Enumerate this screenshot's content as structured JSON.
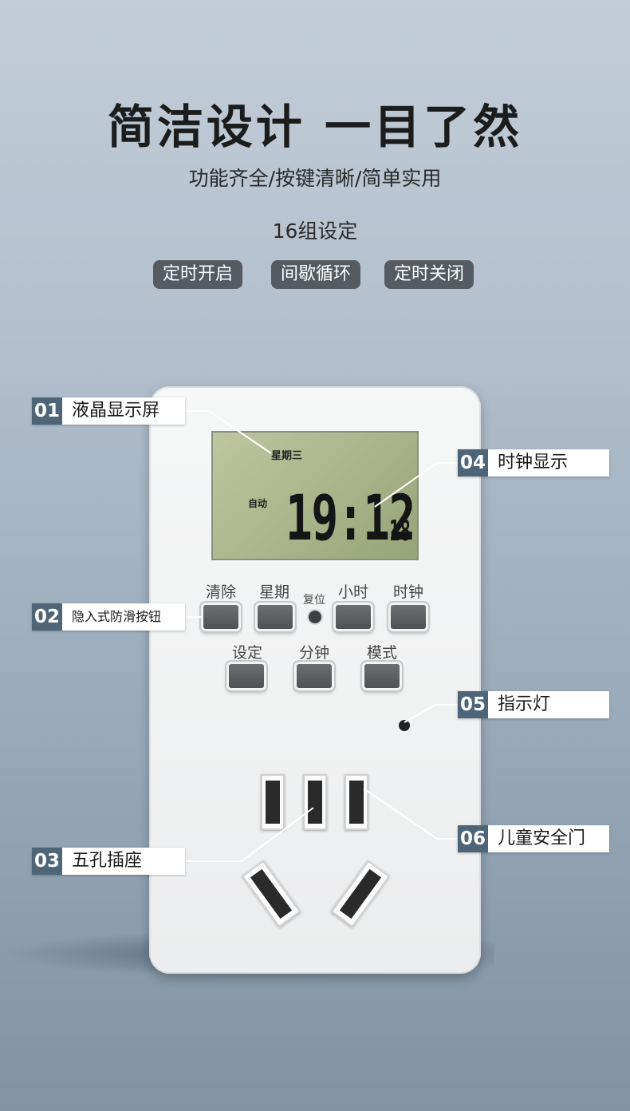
{
  "header": {
    "title": "简洁设计 一目了然",
    "subtitle": "功能齐全/按键清晰/简单实用",
    "groups": "16组设定"
  },
  "modes": [
    "定时开启",
    "间歇循环",
    "定时关闭"
  ],
  "lcd": {
    "weekday": "星期三",
    "auto": "自动",
    "time": "19:12",
    "seconds": "18"
  },
  "buttons": {
    "clear": "清除",
    "week": "星期",
    "reset": "复位",
    "hour": "小时",
    "clock": "时钟",
    "set": "设定",
    "minute": "分钟",
    "mode": "模式"
  },
  "callouts": [
    {
      "num": "01",
      "text": "液晶显示屏"
    },
    {
      "num": "02",
      "text": "隐入式防滑按钮"
    },
    {
      "num": "03",
      "text": "五孔插座"
    },
    {
      "num": "04",
      "text": "时钟显示"
    },
    {
      "num": "05",
      "text": "指示灯"
    },
    {
      "num": "06",
      "text": "儿童安全门"
    }
  ]
}
